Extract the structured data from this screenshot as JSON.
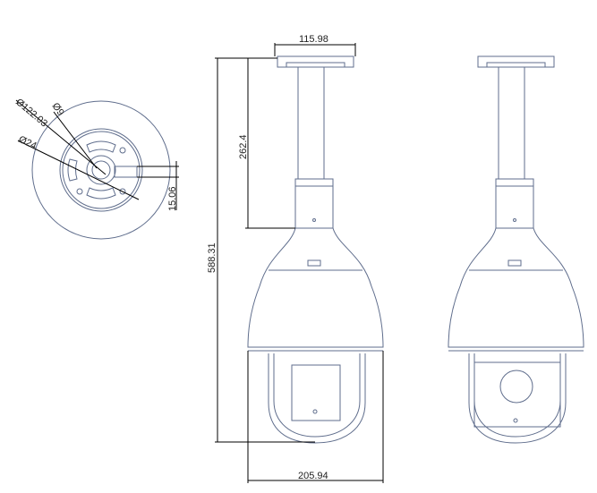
{
  "dimensions": {
    "mount_width": "115.98",
    "pole_length": "262.4",
    "total_height": "588.31",
    "dome_width": "205.94",
    "offset": "15.06",
    "diameter_outer": "Ø122.03",
    "diameter_hole": "Ø9",
    "diameter_center": "Ø24"
  },
  "colors": {
    "outline": "#5f6d8c",
    "dimension": "#000000"
  }
}
